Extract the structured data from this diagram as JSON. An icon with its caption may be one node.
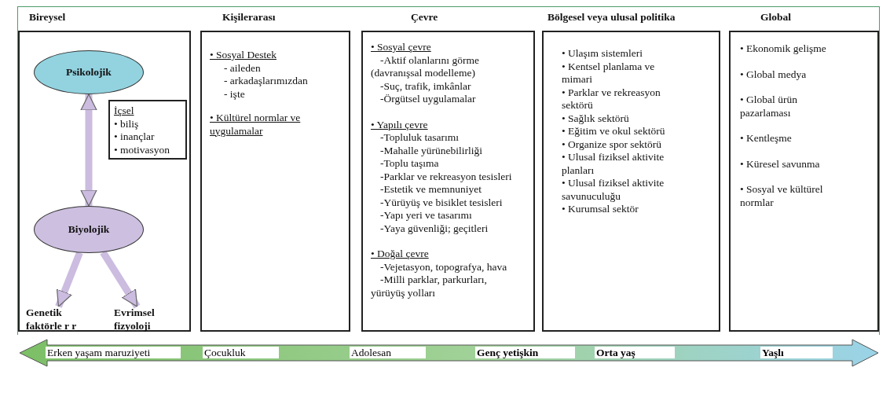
{
  "diagram": {
    "nodes": [
      {
        "text": [
          "Bireysel"
        ]
      },
      {
        "text": [
          "Psikolojik"
        ],
        "in": 0
      },
      {
        "text": [
          "İçsel",
          "• biliş",
          "• inançlar",
          "• motivasyon"
        ],
        "in": 0
      },
      {
        "text": [
          "Biyolojik"
        ],
        "in": 0
      },
      {
        "text": [
          "Genetik faktörle r r"
        ],
        "in": 0
      },
      {
        "text": [
          "Evrimsel fizyoloji"
        ],
        "in": 0
      },
      {
        "text": [
          "Kişilerarası",
          "• Sosyal Destek",
          "- aileden",
          "- arkadaşlarımızdan",
          "- işte",
          "• Kültürel normlar ve uygulamalar"
        ]
      },
      {
        "text": [
          "Çevre",
          "• Sosyal çevre",
          "-Aktif olanlarını görme (davranışsal modelleme)",
          "-Suç, trafik, imkânlar",
          "-Örgütsel uygulamalar",
          "• Yapılı çevre",
          "-Topluluk tasarımı",
          "-Mahalle yürünebilirliği",
          "-Toplu taşıma",
          "-Parklar ve rekreasyon tesisleri",
          "-Estetik ve memnuniyet",
          "-Yürüyüş ve bisiklet tesisleri",
          "-Yapı yeri ve tasarımı",
          "-Yaya güvenliği; geçitleri",
          "• Doğal çevre",
          "-Vejetasyon, topografya, hava",
          "-Milli parklar, parkurları, yürüyüş yolları"
        ]
      },
      {
        "text": [
          "Bölgesel veya ulusal politika",
          "• Ulaşım sistemleri",
          "• Kentsel planlama ve mimari",
          "• Parklar ve rekreasyon sektörü",
          "• Sağlık sektörü",
          "• Eğitim ve okul sektörü",
          "• Organize spor sektörü",
          "• Ulusal fiziksel aktivite planları",
          "• Ulusal fiziksel aktivite savunuculuğu",
          "• Kurumsal sektör"
        ]
      },
      {
        "text": [
          "Global",
          "• Ekonomik gelişme",
          "• Global medya",
          "• Global ürün pazarlaması",
          "• Kentleşme",
          "• Küresel savunma",
          "• Sosyal ve kültürel normlar"
        ]
      }
    ],
    "edges": [
      {
        "from": 1,
        "to": 3,
        "arrow": "both"
      },
      {
        "from": 3,
        "to": 4,
        "arrow": "to"
      },
      {
        "from": 3,
        "to": 5,
        "arrow": "to"
      }
    ],
    "labels": [
      "Erken yaşam maruziyeti",
      "Çocukluk",
      "Adolesan",
      "Genç yetişkin",
      "Orta yaş",
      "Yaşlı"
    ]
  }
}
